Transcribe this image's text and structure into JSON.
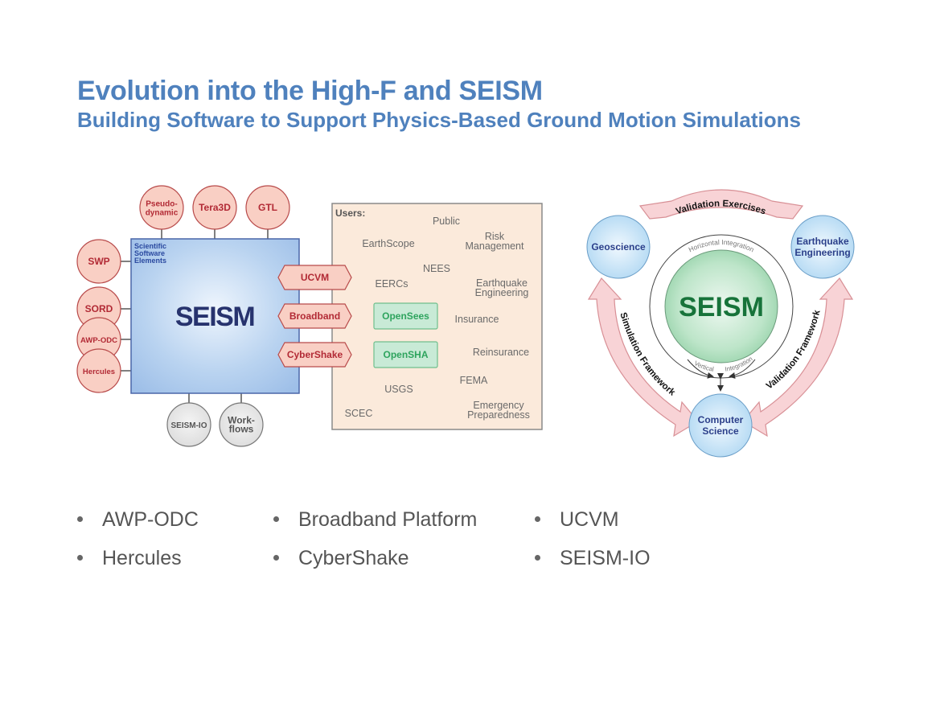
{
  "slide": {
    "title": "Evolution into the High-F and SEISM",
    "subtitle": "Building Software to Support Physics-Based Ground Motion Simulations"
  },
  "left_diagram": {
    "center_label": "SEISM",
    "corner_label": [
      "Scientific",
      "Software",
      "Elements"
    ],
    "top_nodes": [
      {
        "lines": [
          "Pseudo-",
          "dynamic"
        ]
      },
      {
        "lines": [
          "Tera3D"
        ]
      },
      {
        "lines": [
          "GTL"
        ]
      }
    ],
    "left_nodes": [
      "SWP",
      "SORD",
      "AWP-ODC",
      "Hercules"
    ],
    "bottom_nodes": [
      {
        "lines": [
          "SEISM-IO"
        ]
      },
      {
        "lines": [
          "Work-",
          "flows"
        ]
      }
    ],
    "right_hexes": [
      "UCVM",
      "Broadband",
      "CyberShake"
    ],
    "green_boxes": [
      "OpenSees",
      "OpenSHA"
    ],
    "users_title": "Users:",
    "users": [
      {
        "lines": [
          "Public"
        ]
      },
      {
        "lines": [
          "EarthScope"
        ]
      },
      {
        "lines": [
          "Risk",
          "Management"
        ]
      },
      {
        "lines": [
          "NEES"
        ]
      },
      {
        "lines": [
          "EERCs"
        ]
      },
      {
        "lines": [
          "Earthquake",
          "Engineering"
        ]
      },
      {
        "lines": [
          "Insurance"
        ]
      },
      {
        "lines": [
          "Reinsurance"
        ]
      },
      {
        "lines": [
          "FEMA"
        ]
      },
      {
        "lines": [
          "USGS"
        ]
      },
      {
        "lines": [
          "Emergency",
          "Preparedness"
        ]
      },
      {
        "lines": [
          "SCEC"
        ]
      }
    ],
    "colors": {
      "node_fill": "#f9cfc4",
      "node_stroke": "#b84a4a",
      "node_text": "#b22a35",
      "core_fill": "#a8c6ea",
      "core_text": "#27336e",
      "users_fill": "#fbeadb",
      "green_fill": "#c8ead6",
      "green_text": "#2ea45e",
      "grey_fill": "#e6e6e6"
    }
  },
  "right_diagram": {
    "center_label": "SEISM",
    "horizontal_label": "Horizontal Integration",
    "vertical_label": "Vertical",
    "integration_label": "Integration",
    "nodes": [
      {
        "lines": [
          "Geoscience"
        ]
      },
      {
        "lines": [
          "Earthquake",
          "Engineering"
        ]
      },
      {
        "lines": [
          "Computer",
          "Science"
        ]
      }
    ],
    "arrows": [
      "Validation Exercises",
      "Simulation Framework",
      "Validation Framework"
    ],
    "colors": {
      "center_fill": "#a9dcb8",
      "center_text": "#17733a",
      "node_fill": "#bfe0f5",
      "node_text": "#2b3f8a",
      "arrow_fill": "#f7cfd1",
      "arrow_stroke": "#d68a8f"
    }
  },
  "bullets": [
    [
      "AWP-ODC",
      "Hercules"
    ],
    [
      "Broadband Platform",
      "CyberShake"
    ],
    [
      "UCVM",
      "SEISM-IO"
    ]
  ]
}
